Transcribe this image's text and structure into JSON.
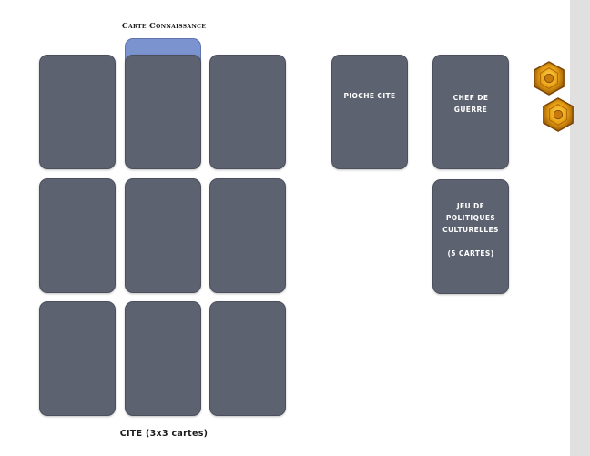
{
  "labels": {
    "knowledge_card": "Carte Connaissance",
    "city": "CITE (3x3 cartes)"
  },
  "cards": {
    "pioche_cite": "PIOCHE CITE",
    "chef_de_guerre": "CHEF DE\nGUERRE",
    "jeu_de_politiques": "JEU DE\nPOLITIQUES\nCULTURELLES\n\n(5 CARTES)"
  },
  "city_grid": {
    "rows": 3,
    "cols": 3
  },
  "tokens": [
    {
      "name": "gold-hex-token",
      "color": "#e8a013"
    },
    {
      "name": "gold-hex-token",
      "color": "#e8a013"
    }
  ],
  "colors": {
    "card": "#5c6270",
    "knowledge_card": "#7b93cf"
  }
}
